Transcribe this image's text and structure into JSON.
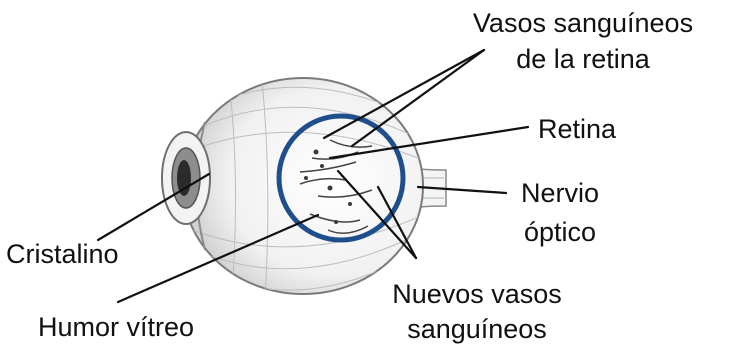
{
  "labels": {
    "vasos_retina_line1": "Vasos sanguíneos",
    "vasos_retina_line2": "de la retina",
    "retina": "Retina",
    "nervio_line1": "Nervio",
    "nervio_line2": "óptico",
    "cristalino": "Cristalino",
    "humor_vitreo": "Humor vítreo",
    "nuevos_line1": "Nuevos vasos",
    "nuevos_line2": "sanguíneos"
  },
  "colors": {
    "highlight_circle": "#1f4e8c",
    "leader_lines": "#111111",
    "eye_outline": "#7a7a7a",
    "eye_shading": "#d9d9d9",
    "lens_dark": "#2b2b2b"
  }
}
